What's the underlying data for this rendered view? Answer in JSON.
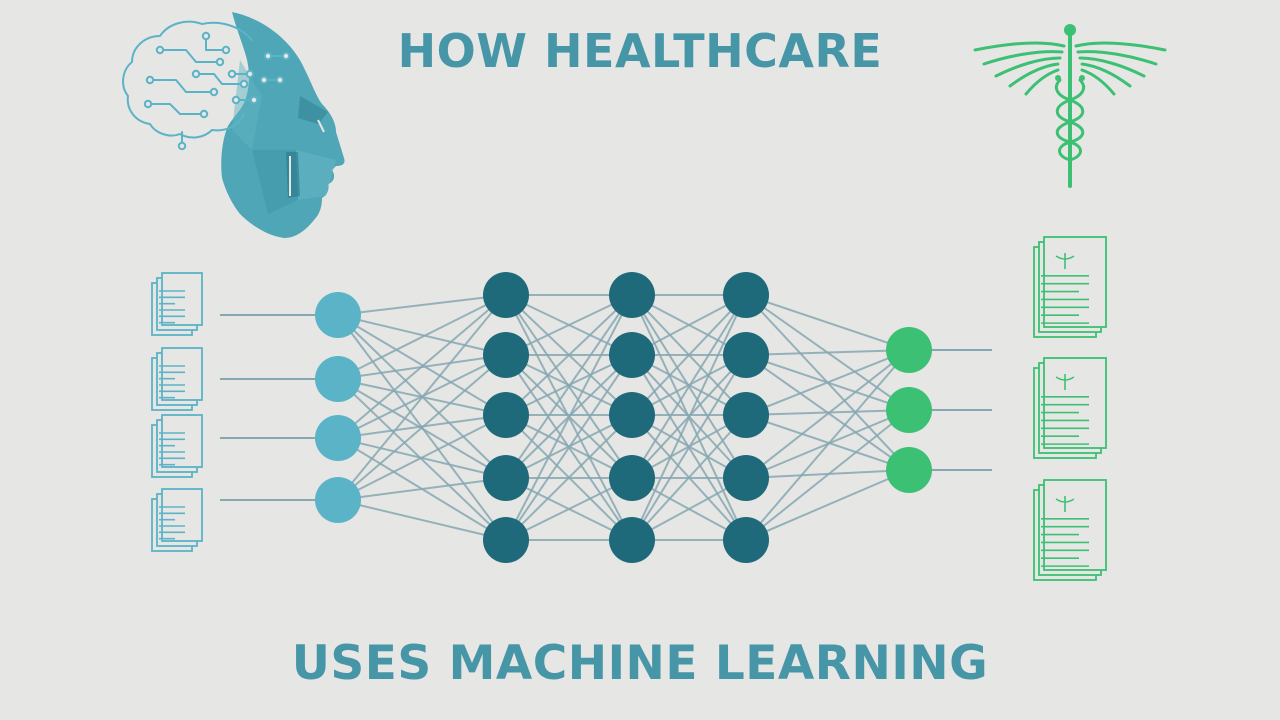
{
  "title": {
    "line1": "HOW HEALTHCARE",
    "line2": "USES MACHINE LEARNING"
  },
  "colors": {
    "background": "#e6e6e5",
    "title": "#4796a8",
    "input_nodes": "#5bb3c7",
    "hidden_nodes": "#1e6a7b",
    "output_nodes": "#3cc073",
    "edges": "#86a8b2",
    "documents_in": "#5bb3c7",
    "documents_out": "#3cc073",
    "head": "#4ea6b6"
  },
  "icons": {
    "ai_head": "ai-head-circuit-brain-icon",
    "caduceus": "caduceus-icon",
    "input_document": "document-stack-icon",
    "output_document": "medical-record-stack-icon"
  },
  "network": {
    "layers": [
      {
        "role": "input",
        "nodes": 4
      },
      {
        "role": "hidden",
        "nodes": 5
      },
      {
        "role": "hidden",
        "nodes": 5
      },
      {
        "role": "hidden",
        "nodes": 5
      },
      {
        "role": "output",
        "nodes": 3
      }
    ],
    "input_documents": 4,
    "output_documents": 3
  }
}
